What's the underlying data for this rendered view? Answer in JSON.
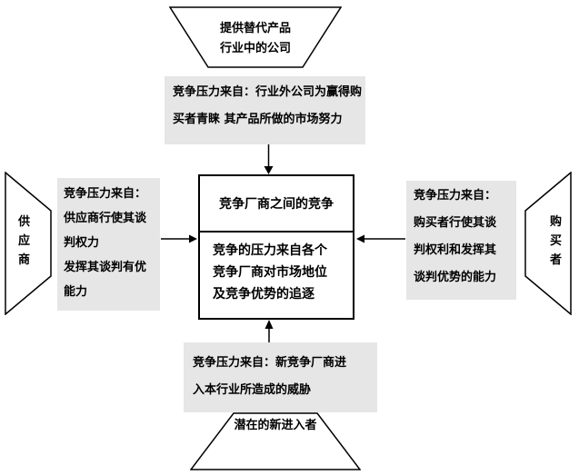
{
  "diagram": {
    "substitutes": {
      "lines": [
        "提供替代产品",
        "行业中的公司"
      ],
      "pressure_lines": [
        "竞争压力来自：行业外公司为赢得购",
        "买者青睐 其产品所做的市场努力"
      ]
    },
    "suppliers": {
      "label": "供应商",
      "pressure_lines": [
        "竞争压力来自：",
        "供应商行使其谈",
        "判权力",
        "发挥其谈判有优",
        "能力"
      ]
    },
    "buyers": {
      "label": "购买者",
      "pressure_lines": [
        "竞争压力来自：",
        "购买者行使其谈",
        "判权利和发挥其",
        "谈判优势的能力"
      ]
    },
    "entrants": {
      "label": "潜在的新进入者",
      "pressure_lines": [
        "竞争压力来自：新竞争厂商进",
        "入本行业所造成的威胁"
      ]
    },
    "center": {
      "title": "竞争厂商之间的竞争",
      "body_lines": [
        "竞争的压力来自各个",
        "竞争厂商对市场地位",
        "及竞争优势的追逐"
      ]
    },
    "colors": {
      "pressure_box_fill": "#e6e6e6",
      "shape_fill": "#ffffff",
      "line_color": "#000000"
    }
  }
}
